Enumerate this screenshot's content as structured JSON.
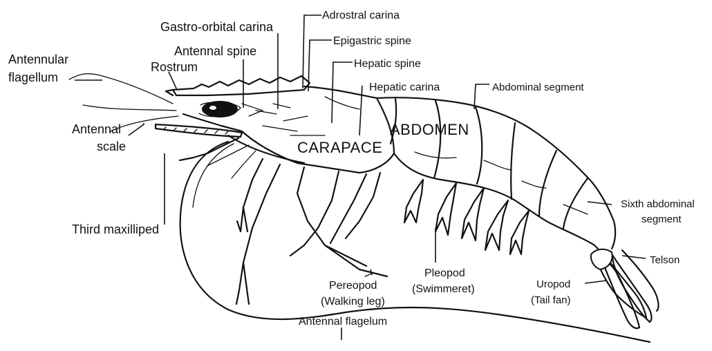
{
  "figure": {
    "labels": {
      "adrostral_carina": "Adrostral carina",
      "gastro_orbital_carina": "Gastro-orbital carina",
      "epigastric_spine": "Epigastric spine",
      "antennal_spine": "Antennal spine",
      "antennular_flagellum_1": "Antennular",
      "antennular_flagellum_2": "flagellum",
      "rostrum": "Rostrum",
      "hepatic_spine": "Hepatic spine",
      "hepatic_carina": "Hepatic carina",
      "abdominal_segment": "Abdominal segment",
      "antennal_scale_1": "Antennal",
      "antennal_scale_2": "scale",
      "abdomen": "ABDOMEN",
      "carapace": "CARAPACE",
      "third_maxilliped": "Third maxilliped",
      "sixth_abdominal_segment_1": "Sixth abdominal",
      "sixth_abdominal_segment_2": "segment",
      "telson": "Telson",
      "pereopod_1": "Pereopod",
      "pereopod_2": "(Walking leg)",
      "pleopod_1": "Pleopod",
      "pleopod_2": "(Swimmeret)",
      "uropod_1": "Uropod",
      "uropod_2": "(Tail fan)",
      "antennal_flagelum": "Antennal flagelum"
    }
  }
}
